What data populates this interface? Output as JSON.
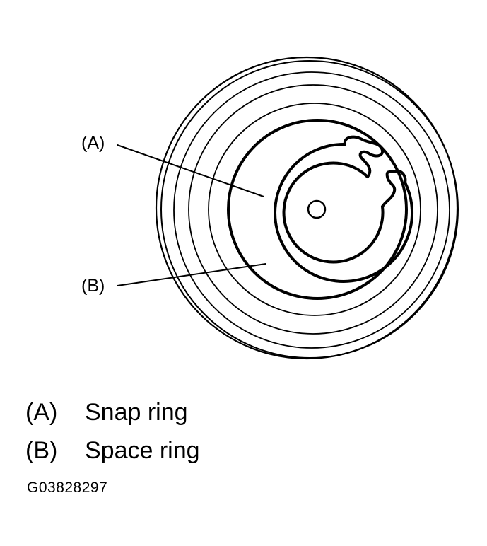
{
  "callouts": {
    "a": "(A)",
    "b": "(B)"
  },
  "legend": [
    {
      "key": "(A)",
      "label": "Snap ring"
    },
    {
      "key": "(B)",
      "label": "Space ring"
    }
  ],
  "figure_code": "G03828297",
  "colors": {
    "ink": "#000000",
    "background": "#ffffff"
  }
}
